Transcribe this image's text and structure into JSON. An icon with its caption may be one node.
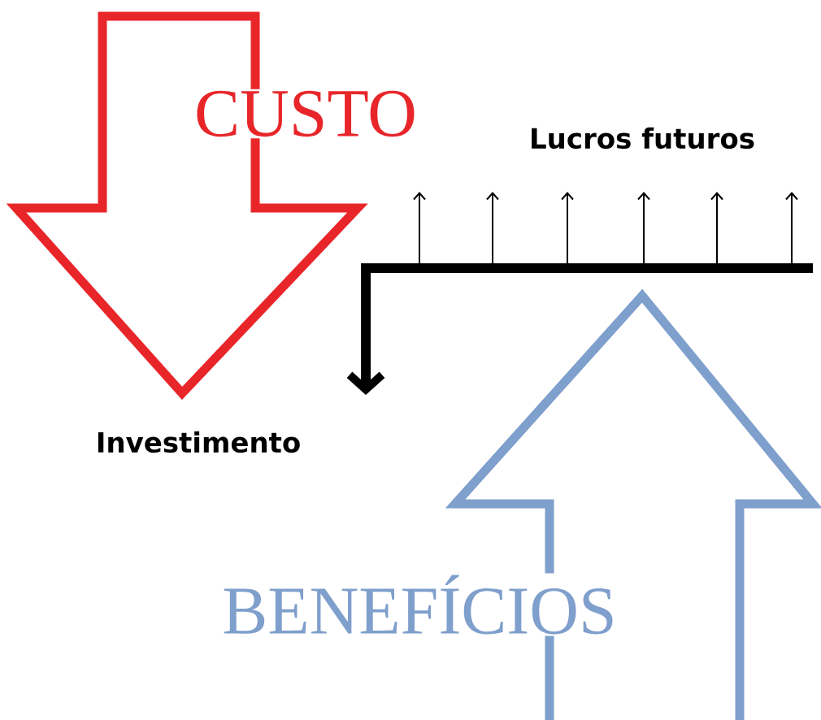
{
  "diagram": {
    "nodes": [
      {
        "text": [
          "CUSTO"
        ]
      },
      {
        "text": [
          "BENEFÍCIOS"
        ]
      }
    ],
    "labels": [
      "Lucros futuros",
      "Investimento"
    ]
  }
}
